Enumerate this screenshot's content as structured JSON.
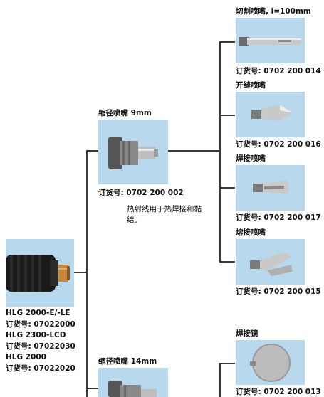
{
  "device": {
    "models": [
      {
        "name": "HLG 2000-E/-LE",
        "order": "订货号: 07022000"
      },
      {
        "name": "HLG 2300-LCD",
        "order": "订货号: 07022030"
      },
      {
        "name": "HLG 2000",
        "order": "订货号: 07022020"
      }
    ]
  },
  "reducers": [
    {
      "title": "缩径喷嘴 9mm",
      "order": "订货号: 0702 200 002",
      "desc": "热射线用于热焊接和黏结。"
    },
    {
      "title": "缩径喷嘴 14mm"
    }
  ],
  "nozzles": [
    {
      "title": "切割喷嘴, l=100mm",
      "order": "订货号: 0702 200 014"
    },
    {
      "title": "开缝喷嘴",
      "order": "订货号: 0702 200 016"
    },
    {
      "title": "焊接喷嘴",
      "order": "订货号: 0702 200 017"
    },
    {
      "title": "熔接喷嘴",
      "order": "订货号: 0702 200 015"
    },
    {
      "title": "焊接镜",
      "order": "订货号: 0702 200 013"
    }
  ],
  "colors": {
    "photo_bg": "#b8d8ee",
    "line": "#3a3a3a"
  }
}
